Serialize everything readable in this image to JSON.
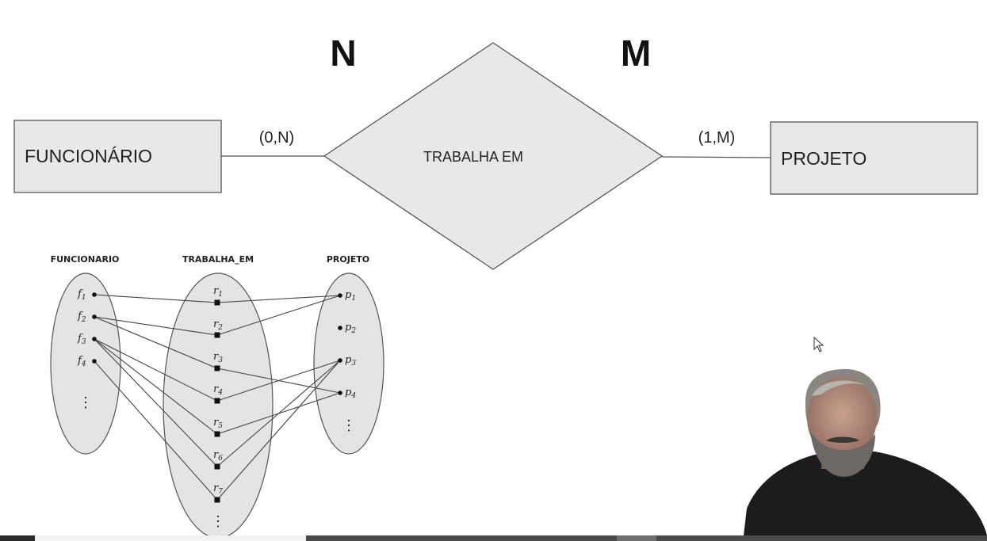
{
  "er_diagram": {
    "entity_left": "FUNCIONÁRIO",
    "entity_right": "PROJETO",
    "relationship": "TRABALHA EM",
    "card_left": "(0,N)",
    "card_right": "(1,M)",
    "ratio_left": "N",
    "ratio_right": "M"
  },
  "instance_diagram": {
    "sets": {
      "funcionario": "FUNCIONARIO",
      "trabalha_em": "TRABALHA_EM",
      "projeto": "PROJETO"
    },
    "f": [
      "f",
      "f",
      "f",
      "f"
    ],
    "f_sub": [
      "1",
      "2",
      "3",
      "4"
    ],
    "r": [
      "r",
      "r",
      "r",
      "r",
      "r",
      "r",
      "r"
    ],
    "r_sub": [
      "1",
      "2",
      "3",
      "4",
      "5",
      "6",
      "7"
    ],
    "p": [
      "p",
      "p",
      "p",
      "p"
    ],
    "p_sub": [
      "1",
      "2",
      "3",
      "4"
    ],
    "links": [
      {
        "r": "r1",
        "f": "f1",
        "p": "p1"
      },
      {
        "r": "r2",
        "f": "f2",
        "p": "p1"
      },
      {
        "r": "r3",
        "f": "f2",
        "p": "p4"
      },
      {
        "r": "r4",
        "f": "f3",
        "p": "p3"
      },
      {
        "r": "r5",
        "f": "f3",
        "p": "p4"
      },
      {
        "r": "r6",
        "f": "f3",
        "p": "p3"
      },
      {
        "r": "r7",
        "f": "f4",
        "p": "p3"
      }
    ],
    "ellipsis": "⋮"
  },
  "video": {
    "progress_fraction": 0.035
  },
  "colors": {
    "shape_fill": "#e8e8e8",
    "shape_stroke": "#555555",
    "set_fill": "#e4e4e4"
  }
}
